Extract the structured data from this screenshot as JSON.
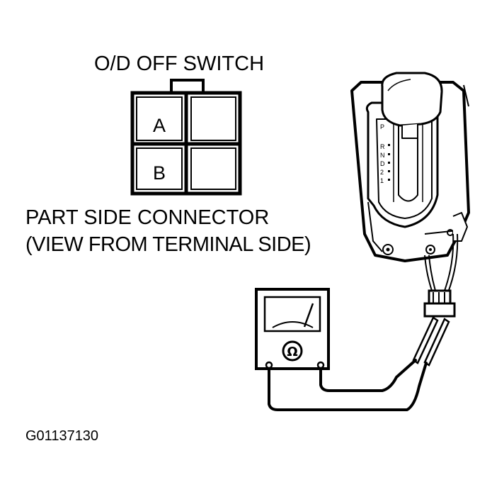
{
  "title": "O/D OFF SWITCH",
  "connector": {
    "terminal_a": "A",
    "terminal_b": "B",
    "caption_line1": "PART SIDE CONNECTOR",
    "caption_line2": "(VIEW FROM TERMINAL SIDE)"
  },
  "shifter": {
    "gear_letters": [
      "P",
      "R",
      "N",
      "D",
      "2",
      "1"
    ]
  },
  "meter": {
    "symbol": "Ω"
  },
  "figure_id": "G01137130"
}
